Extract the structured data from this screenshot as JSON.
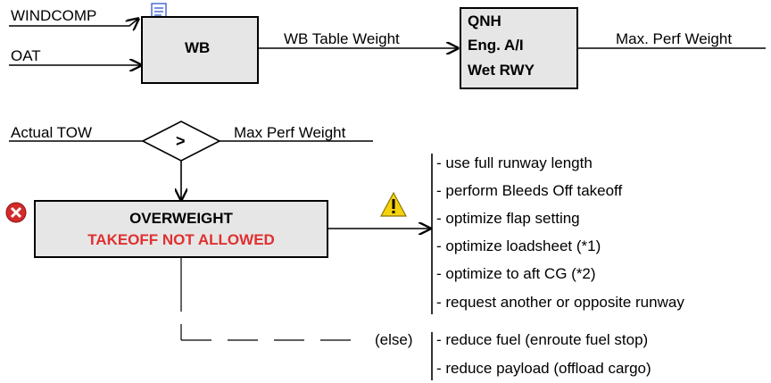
{
  "inputs": {
    "windcomp": "WINDCOMP",
    "oat": "OAT"
  },
  "wb_box": {
    "label": "WB"
  },
  "wb_output": "WB Table Weight",
  "perf_box": {
    "lines": [
      "QNH",
      "Eng. A/I",
      "Wet RWY"
    ]
  },
  "perf_output": "Max. Perf Weight",
  "compare": {
    "left_label": "Actual TOW",
    "operator": ">",
    "right_label": "Max Perf Weight"
  },
  "overweight_box": {
    "title": "OVERWEIGHT",
    "subtitle": "TAKEOFF NOT ALLOWED"
  },
  "actions": [
    "- use full runway length",
    "- perform Bleeds Off takeoff",
    "- optimize flap setting",
    "- optimize loadsheet  (*1)",
    "- optimize to aft CG  (*2)",
    "- request another or opposite runway"
  ],
  "else_label": "(else)",
  "else_actions": [
    "- reduce fuel  (enroute fuel stop)",
    "- reduce payload  (offload cargo)"
  ],
  "icons": {
    "document": "document-icon",
    "error": "error-icon",
    "warning": "warning-icon"
  },
  "colors": {
    "box_fill": "#e6e6e6",
    "alert_red": "#e03030",
    "error_icon": "#d42a2a",
    "warning_icon": "#f5d20a"
  }
}
